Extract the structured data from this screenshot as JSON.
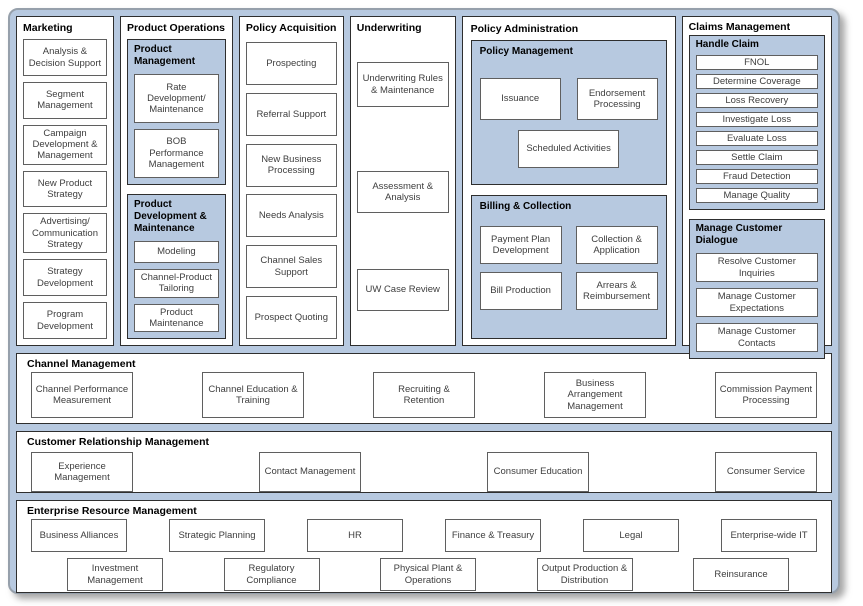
{
  "colors": {
    "frame_background": "#b7c9e0",
    "panel_background": "#ffffff",
    "group_background": "#b7c9e0",
    "panel_border": "#2e2e2e",
    "box_border": "#5f5f5f",
    "box_text": "#3e3e3e",
    "title_text": "#000000"
  },
  "columns": [
    {
      "title": "Marketing",
      "items": [
        "Analysis & Decision Support",
        "Segment Management",
        "Campaign Development & Management",
        "New Product Strategy",
        "Advertising/ Communication Strategy",
        "Strategy Development",
        "Program Development"
      ]
    },
    {
      "title": "Product Operations",
      "groups": [
        {
          "title": "Product Management",
          "items": [
            "Rate Development/ Maintenance",
            "BOB Performance Management"
          ]
        },
        {
          "title": "Product Development & Maintenance",
          "items": [
            "Modeling",
            "Channel-Product Tailoring",
            "Product Maintenance"
          ]
        }
      ]
    },
    {
      "title": "Policy Acquisition",
      "items": [
        "Prospecting",
        "Referral Support",
        "New Business Processing",
        "Needs Analysis",
        "Channel Sales Support",
        "Prospect Quoting"
      ]
    },
    {
      "title": "Underwriting",
      "items": [
        "Underwriting Rules & Maintenance",
        "Assessment & Analysis",
        "UW Case Review"
      ]
    },
    {
      "title": "Policy Administration",
      "groups": [
        {
          "title": "Policy Management",
          "items": [
            "Issuance",
            "Endorsement Processing",
            "Scheduled Activities"
          ]
        },
        {
          "title": "Billing & Collection",
          "items": [
            "Payment Plan Development",
            "Collection & Application",
            "Bill Production",
            "Arrears & Reimbursement"
          ]
        }
      ]
    },
    {
      "title": "Claims Management",
      "groups": [
        {
          "title": "Handle Claim",
          "items": [
            "FNOL",
            "Determine Coverage",
            "Loss Recovery",
            "Investigate Loss",
            "Evaluate Loss",
            "Settle Claim",
            "Fraud Detection",
            "Manage Quality"
          ]
        },
        {
          "title": "Manage Customer Dialogue",
          "items": [
            "Resolve Customer Inquiries",
            "Manage Customer Expectations",
            "Manage Customer Contacts"
          ]
        }
      ]
    }
  ],
  "bands": [
    {
      "title": "Channel Management",
      "items": [
        "Channel Performance Measurement",
        "Channel Education & Training",
        "Recruiting & Retention",
        "Business Arrangement Management",
        "Commission Payment Processing"
      ]
    },
    {
      "title": "Customer Relationship Management",
      "items": [
        "Experience Management",
        "Contact Management",
        "Consumer Education",
        "Consumer Service"
      ]
    },
    {
      "title": "Enterprise Resource Management",
      "rows": [
        [
          "Business Alliances",
          "Strategic Planning",
          "HR",
          "Finance & Treasury",
          "Legal",
          "Enterprise-wide IT"
        ],
        [
          "Investment Management",
          "Regulatory Compliance",
          "Physical Plant & Operations",
          "Output Production & Distribution",
          "Reinsurance"
        ]
      ]
    }
  ]
}
